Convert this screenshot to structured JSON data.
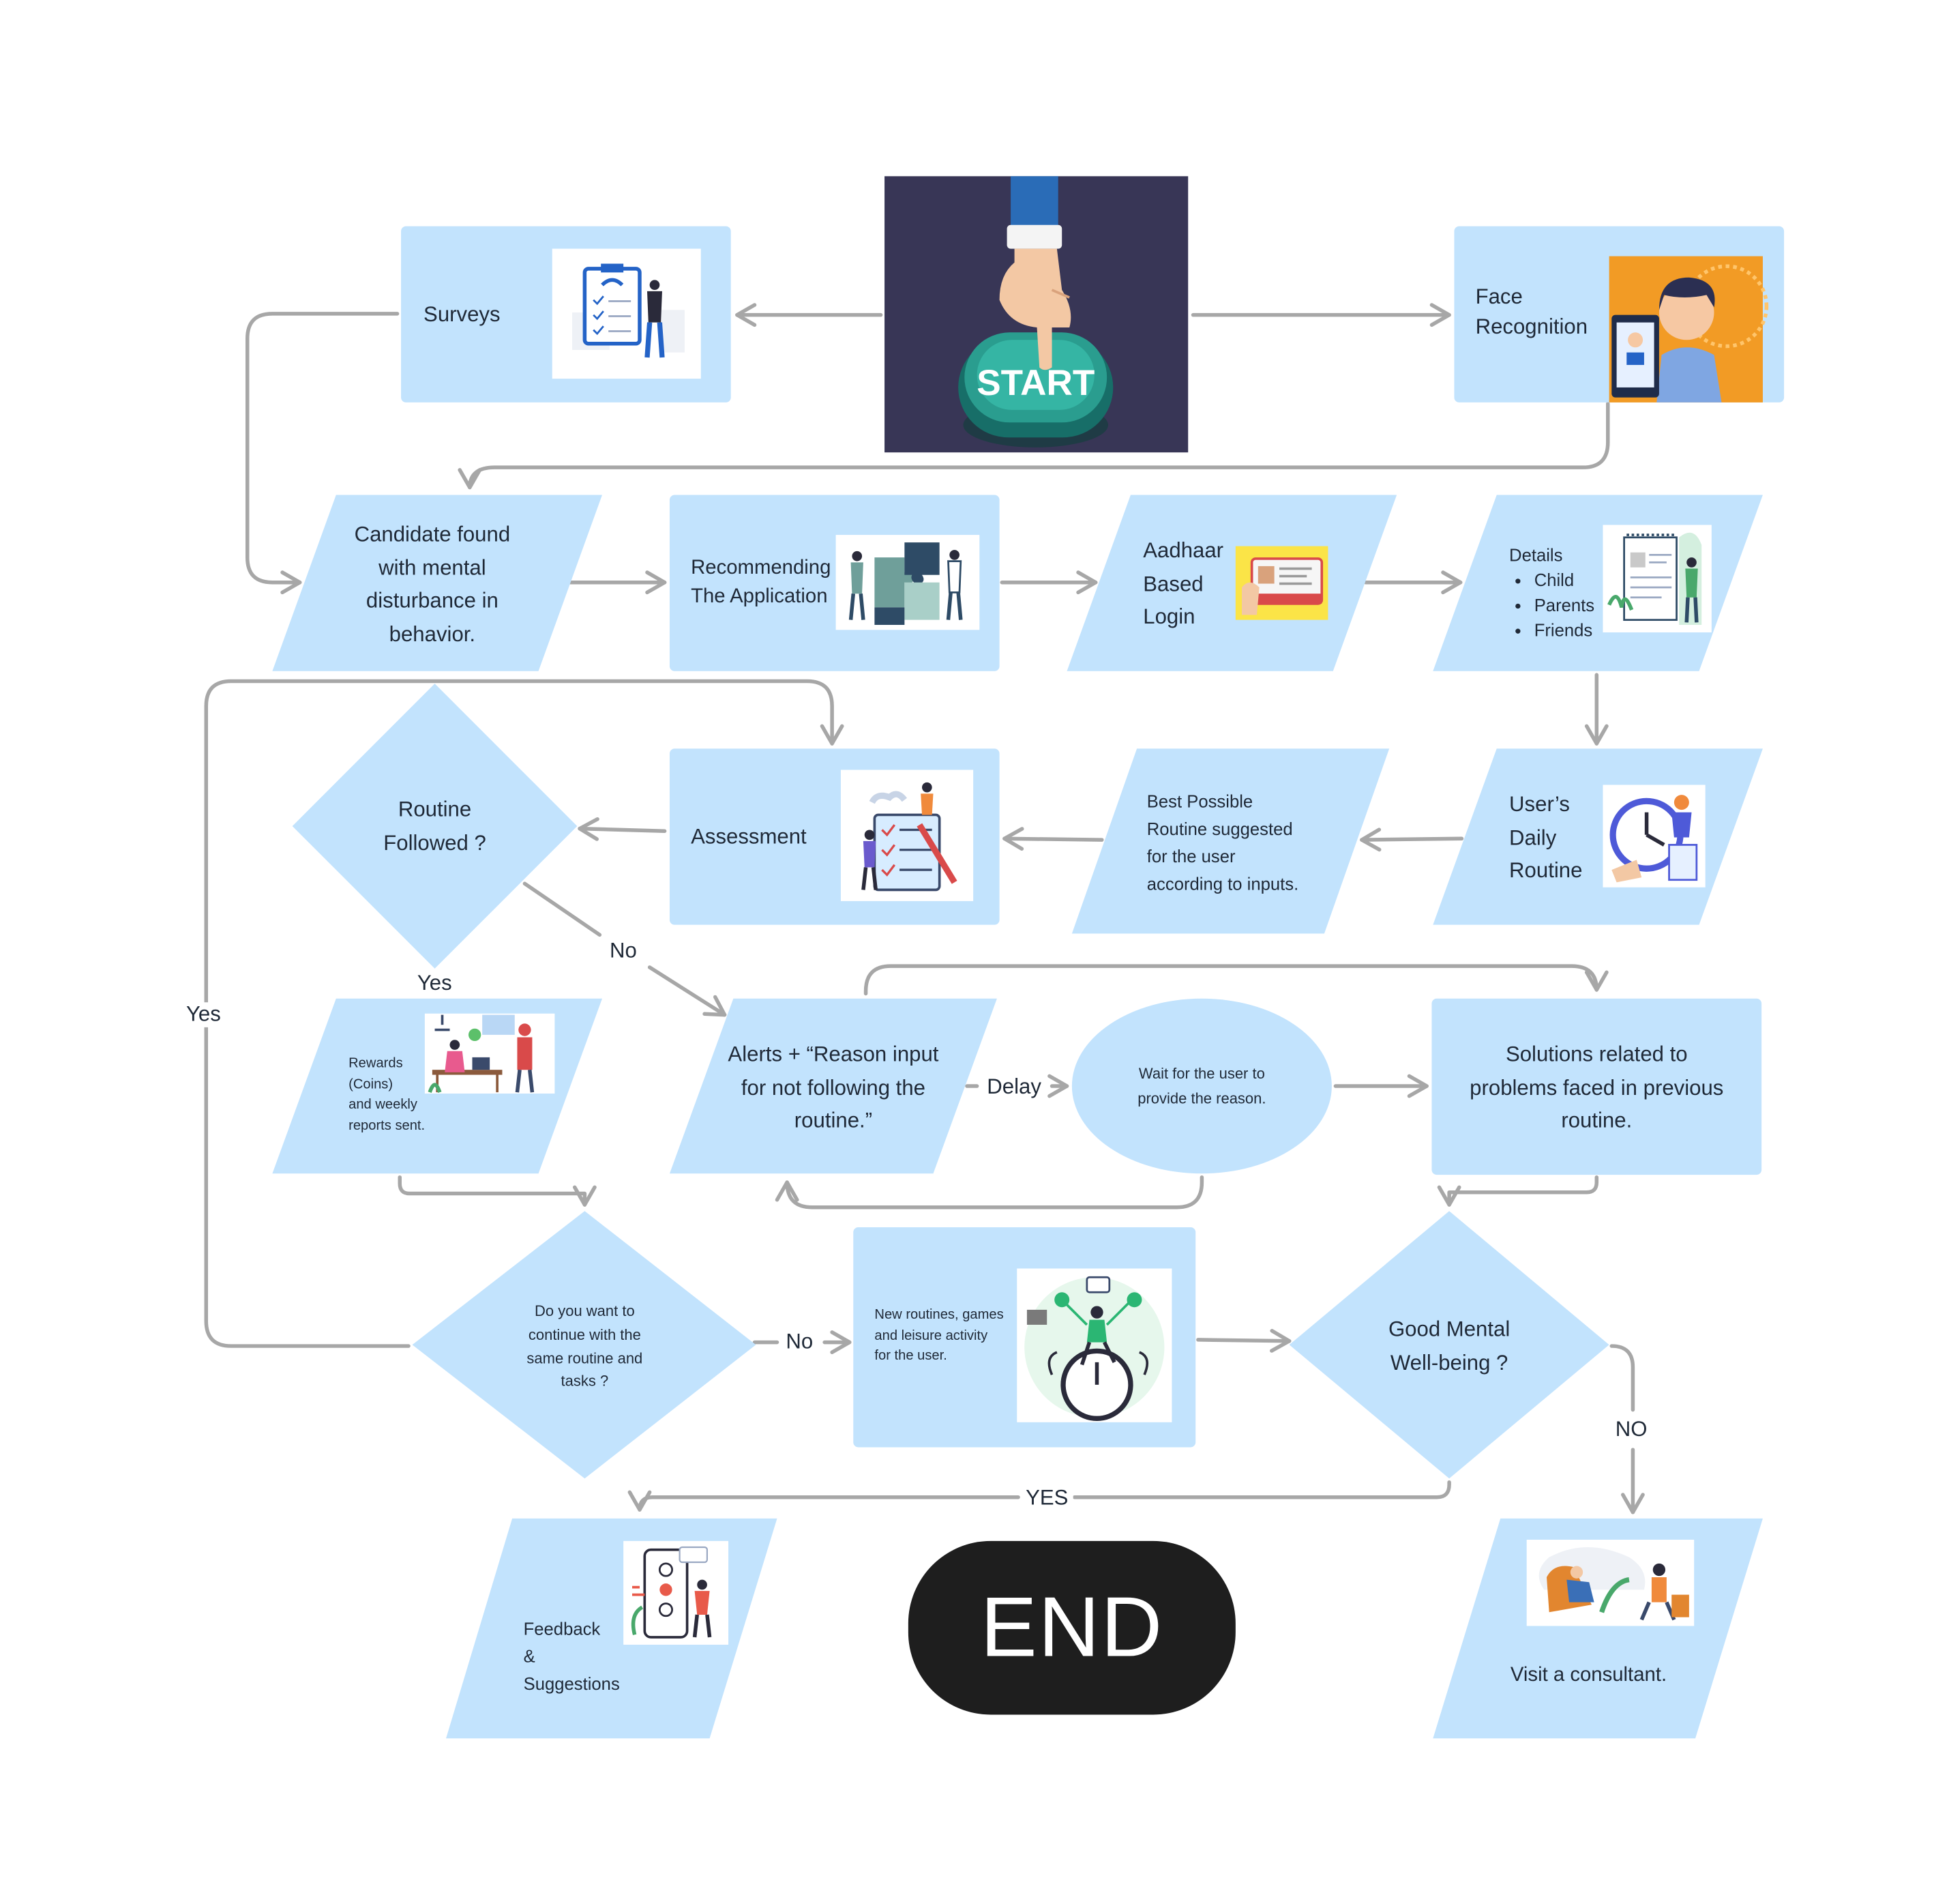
{
  "start": {
    "button_label": "START"
  },
  "end": {
    "label": "END"
  },
  "nodes": {
    "surveys": "Surveys",
    "face_recognition": [
      "Face",
      "Recognition"
    ],
    "candidate": [
      "Candidate found",
      "with mental",
      "disturbance in",
      "behavior."
    ],
    "recommending": [
      "Recommending",
      "The Application"
    ],
    "aadhaar": [
      "Aadhaar",
      "Based",
      "Login"
    ],
    "details": {
      "title": "Details",
      "items": [
        "Child",
        "Parents",
        "Friends"
      ]
    },
    "daily_routine": [
      "User’s",
      "Daily",
      "Routine"
    ],
    "best_routine": [
      "Best Possible",
      "Routine suggested",
      "for the user",
      "according to inputs."
    ],
    "assessment": "Assessment",
    "routine_followed": [
      "Routine",
      "Followed ?"
    ],
    "rewards": [
      "Rewards",
      "(Coins)",
      "and weekly",
      "reports sent."
    ],
    "alerts": [
      "Alerts + “Reason input",
      "for not following the",
      "routine.”"
    ],
    "wait": [
      "Wait for the user to",
      "provide the reason."
    ],
    "solutions": [
      "Solutions related to",
      "problems faced in previous",
      "routine."
    ],
    "continue_q": [
      "Do you want to",
      "continue with the",
      "same routine and",
      "tasks ?"
    ],
    "new_routines": [
      "New routines, games",
      "and leisure activity",
      "for the user."
    ],
    "good_mental": [
      "Good Mental",
      "Well-being ?"
    ],
    "feedback": [
      "Feedback",
      "&",
      "Suggestions"
    ],
    "consultant": "Visit a consultant."
  },
  "edge_labels": {
    "routine_no": "No",
    "routine_yes": "Yes",
    "loop_yes": "Yes",
    "delay": "Delay",
    "continue_no": "No",
    "good_no": "NO",
    "good_yes": "YES"
  },
  "colors": {
    "shape_fill": "#c2e3fd",
    "arrow": "#a7a7a7",
    "start_bg": "#383656",
    "start_button": "#2a9d8f",
    "end_bg": "#1e1e1e"
  },
  "icons": {
    "surveys": "survey-clipboard-illustration",
    "face_recognition": "face-scan-illustration",
    "recommending": "puzzle-team-illustration",
    "aadhaar": "id-card-illustration",
    "details": "personal-data-illustration",
    "daily_routine": "clock-routine-illustration",
    "assessment": "checklist-illustration",
    "rewards": "rewards-meeting-illustration",
    "new_routines": "leisure-activity-illustration",
    "feedback": "feedback-phone-illustration",
    "consultant": "consultation-illustration"
  }
}
